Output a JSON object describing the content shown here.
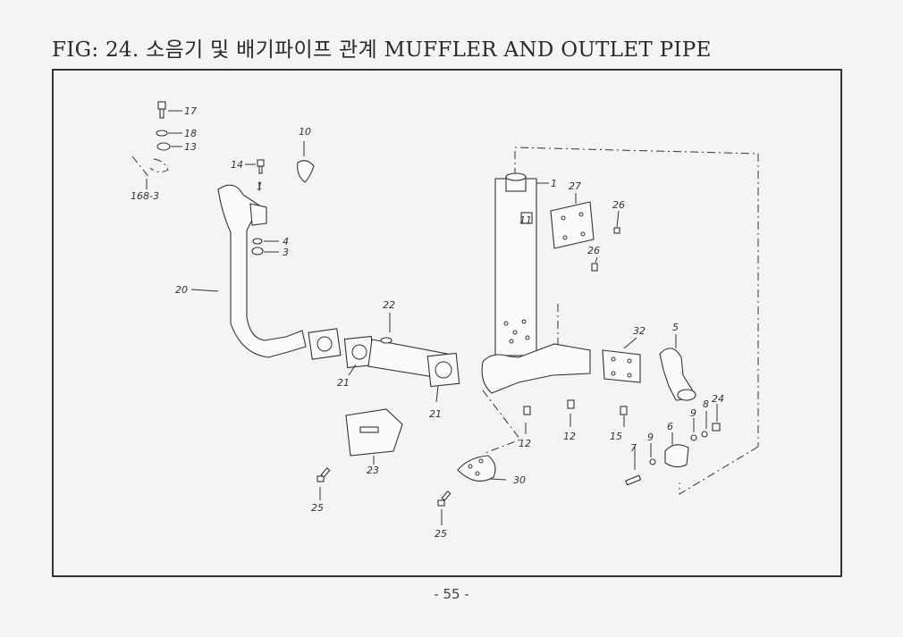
{
  "title": "FIG: 24. 소음기 및 배기파이프 관계 MUFFLER AND OUTLET PIPE",
  "page_number": "- 55 -",
  "callouts": {
    "p1a": "1",
    "p1b": "1",
    "p3": "3",
    "p4": "4",
    "p5": "5",
    "p6": "6",
    "p7": "7",
    "p9a": "9",
    "p9b": "9",
    "p10": "10",
    "p11": "11",
    "p12a": "12",
    "p12b": "12",
    "p13": "13",
    "p14": "14",
    "p15": "15",
    "p17": "17",
    "p18": "18",
    "p168": "168-3",
    "p20": "20",
    "p21a": "21",
    "p21b": "21",
    "p22": "22",
    "p23": "23",
    "p24": "24",
    "p25a": "25",
    "p25b": "25",
    "p26a": "26",
    "p26b": "26",
    "p27": "27",
    "p30": "30",
    "p32": "32",
    "p8": "8"
  }
}
